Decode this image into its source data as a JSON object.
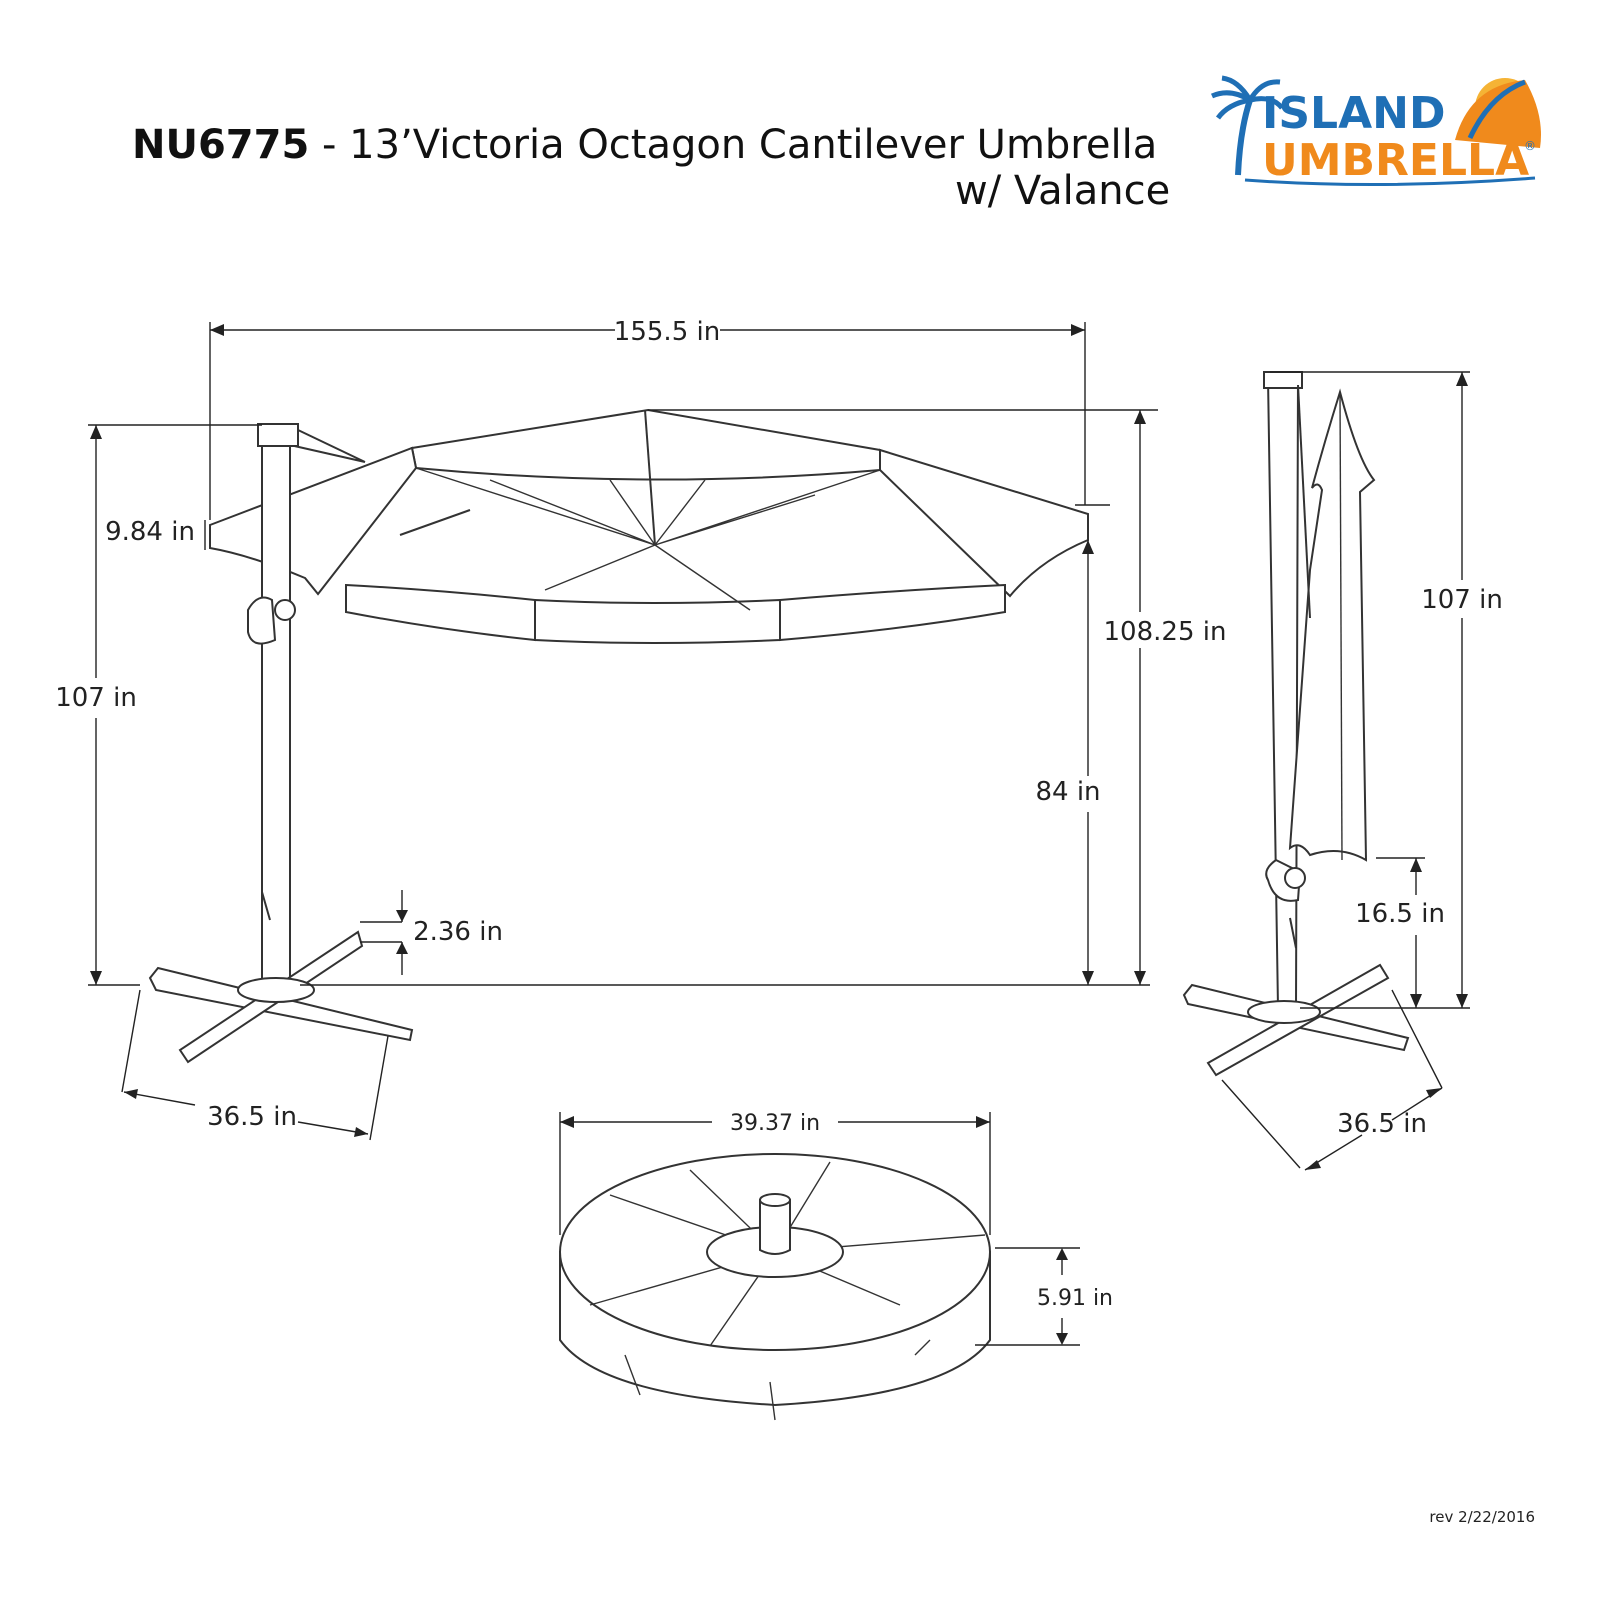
{
  "title": {
    "model": "NU6775",
    "separator": " - ",
    "name": "13’Victoria Octagon Cantilever Umbrella",
    "subtitle": "w/ Valance"
  },
  "logo": {
    "word_top": "ISLAND",
    "word_bottom": "UMBRELLA",
    "trademark": "®",
    "colors": {
      "blue": "#1f6fb5",
      "orange": "#f08a1c",
      "sun": "#f5b335"
    }
  },
  "dimensions": {
    "canopy_width": "155.5 in",
    "valance_height": "9.84 in",
    "overall_height_left": "107 in",
    "canopy_top_height": "108.25 in",
    "clearance_height": "84 in",
    "base_rail_height": "2.36 in",
    "cross_base_width_left": "36.5 in",
    "closed_height": "107 in",
    "handle_height": "16.5 in",
    "cross_base_width_right": "36.5 in",
    "weight_base_diameter": "39.37 in",
    "weight_base_height": "5.91 in"
  },
  "revision": "rev 2/22/2016"
}
